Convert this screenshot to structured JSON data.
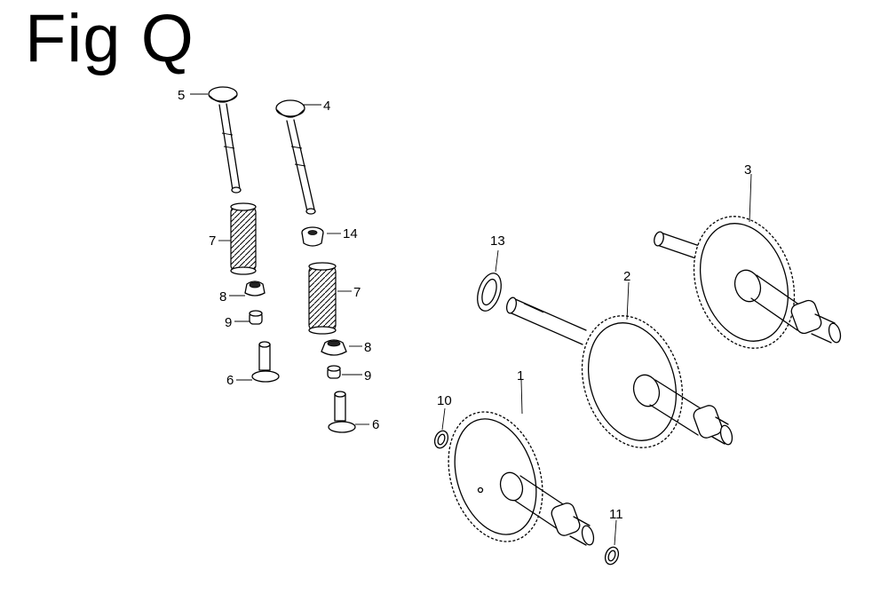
{
  "title": "Fig Q",
  "callouts": {
    "c1": "1",
    "c2": "2",
    "c3": "3",
    "c4": "4",
    "c5": "5",
    "c6a": "6",
    "c6b": "6",
    "c7a": "7",
    "c7b": "7",
    "c8a": "8",
    "c8b": "8",
    "c9a": "9",
    "c9b": "9",
    "c10": "10",
    "c11": "11",
    "c13": "13",
    "c14": "14"
  }
}
